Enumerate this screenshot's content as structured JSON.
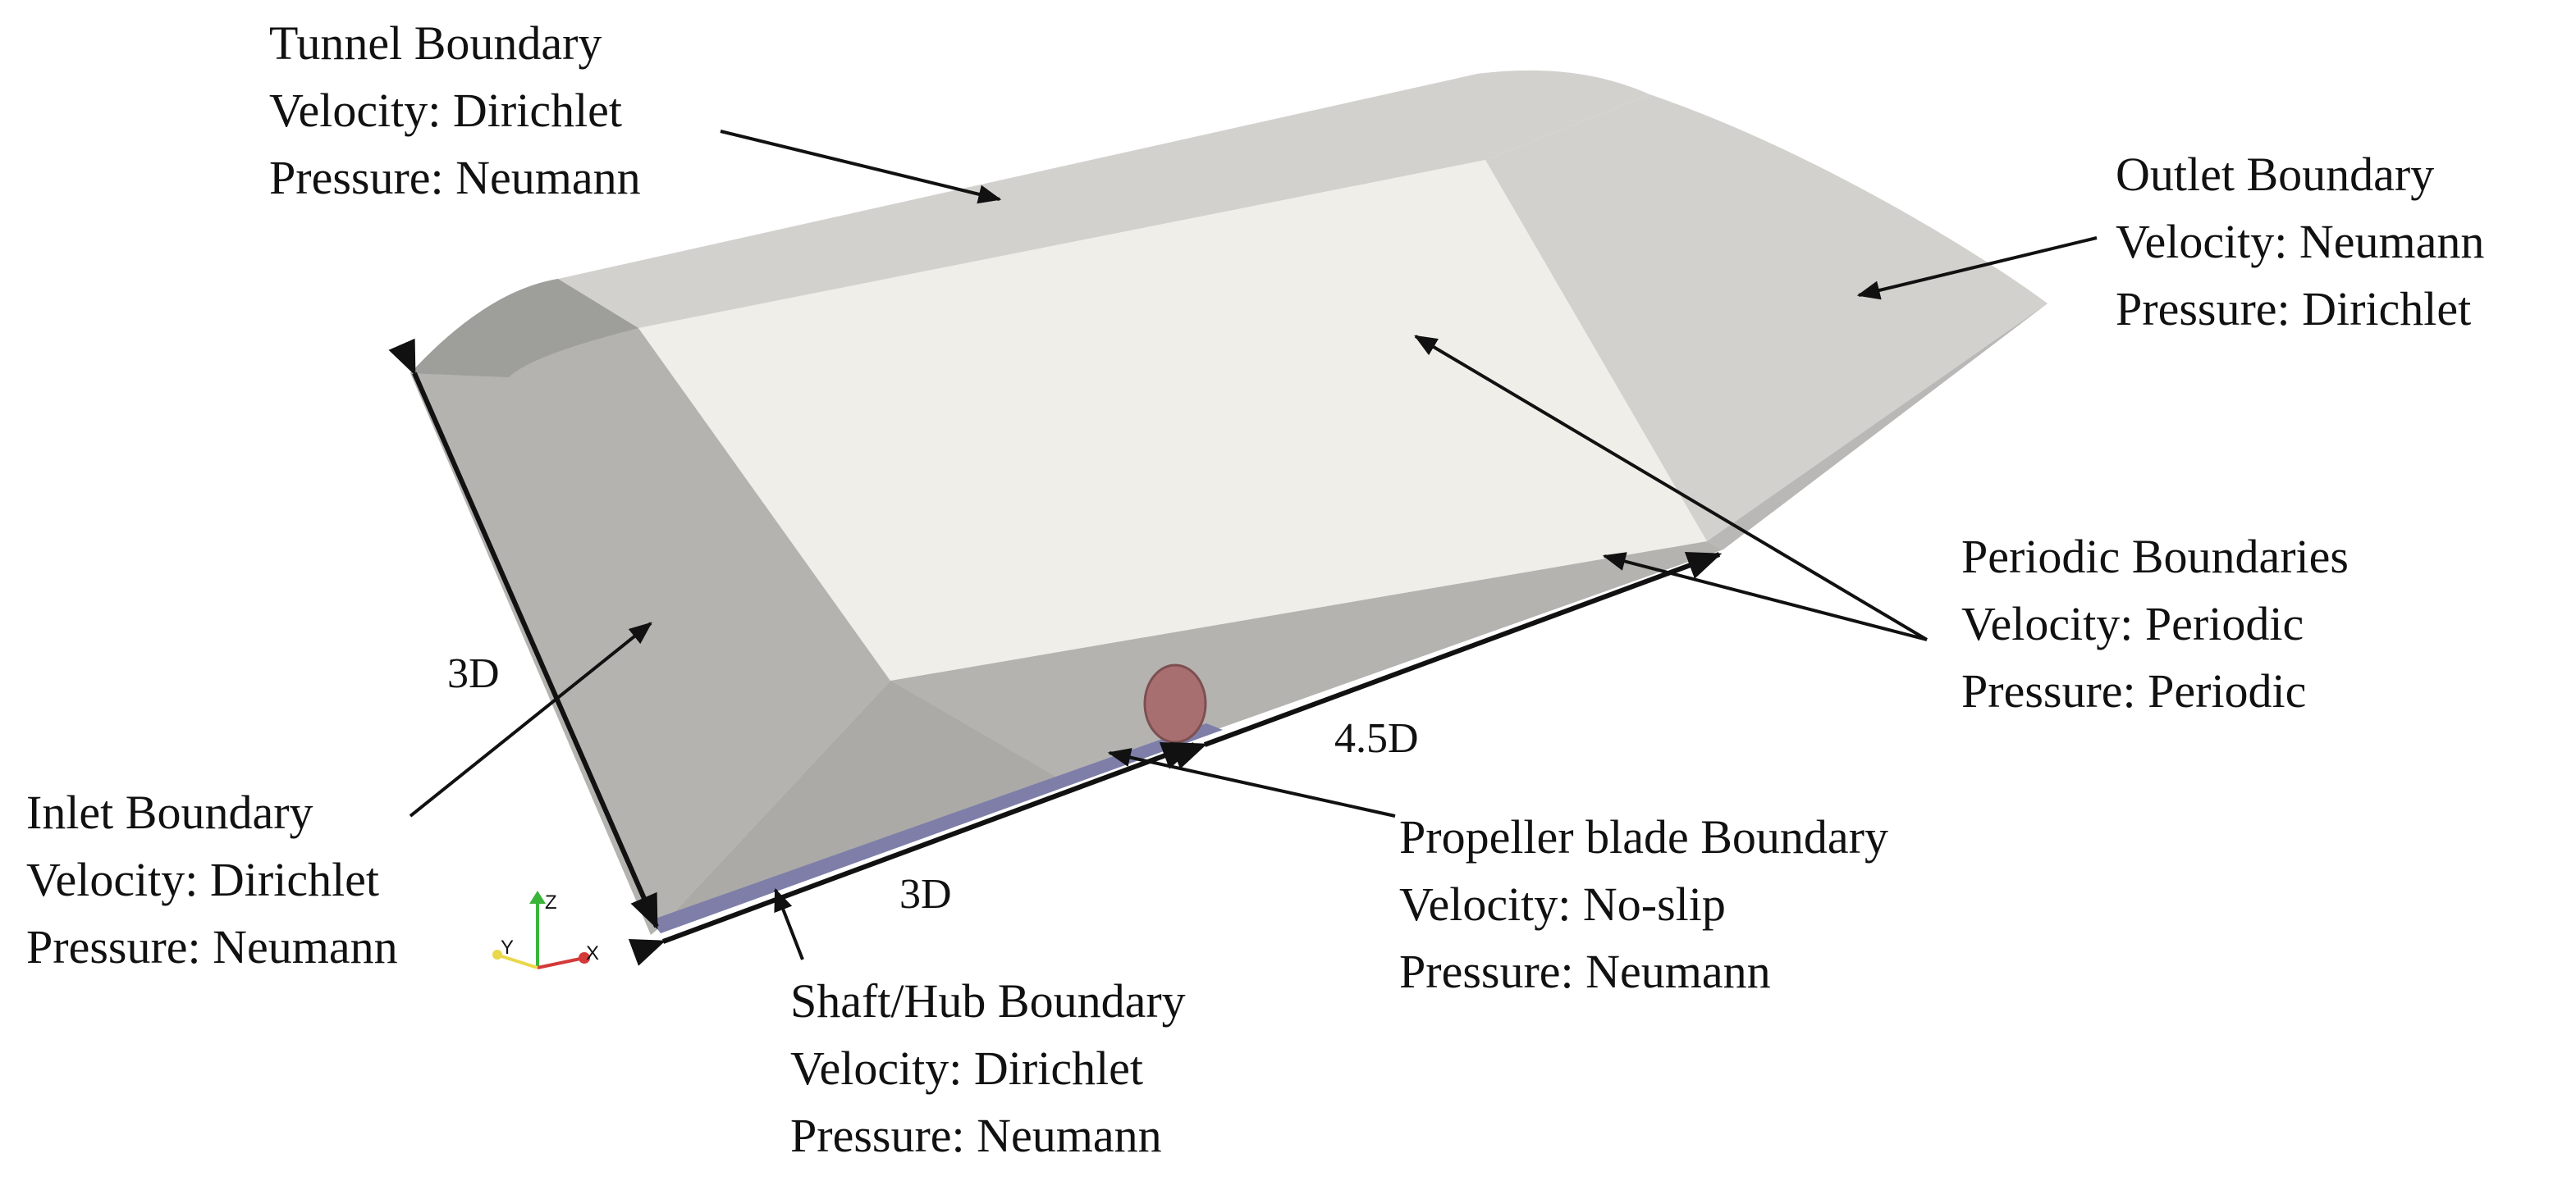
{
  "colors": {
    "face_light": "#efeee8",
    "face_mid": "#d2d1cd",
    "face_gray": "#b4b3b0",
    "face_dark": "#9b9a98",
    "hub": "#7e7ea9",
    "blade": "#a86f71",
    "axis_x": "#d43a3a",
    "axis_y": "#e8d84a",
    "axis_z": "#3ab53a"
  },
  "labels": {
    "tunnel": {
      "title": "Tunnel Boundary",
      "velocity": "Velocity: Dirichlet",
      "pressure": "Pressure: Neumann"
    },
    "outlet": {
      "title": "Outlet Boundary",
      "velocity": "Velocity: Neumann",
      "pressure": "Pressure: Dirichlet"
    },
    "periodic": {
      "title": "Periodic Boundaries",
      "velocity": "Velocity: Periodic",
      "pressure": "Pressure: Periodic"
    },
    "inlet": {
      "title": "Inlet Boundary",
      "velocity": "Velocity: Dirichlet",
      "pressure": "Pressure: Neumann"
    },
    "propeller": {
      "title": "Propeller blade Boundary",
      "velocity": "Velocity: No-slip",
      "pressure": "Pressure: Neumann"
    },
    "shaft": {
      "title": "Shaft/Hub Boundary",
      "velocity": "Velocity: Dirichlet",
      "pressure": "Pressure: Neumann"
    }
  },
  "dimensions": {
    "height": "3D",
    "upstream": "3D",
    "downstream": "4.5D"
  },
  "axes": {
    "z": "Z",
    "y": "Y",
    "x": "X"
  }
}
